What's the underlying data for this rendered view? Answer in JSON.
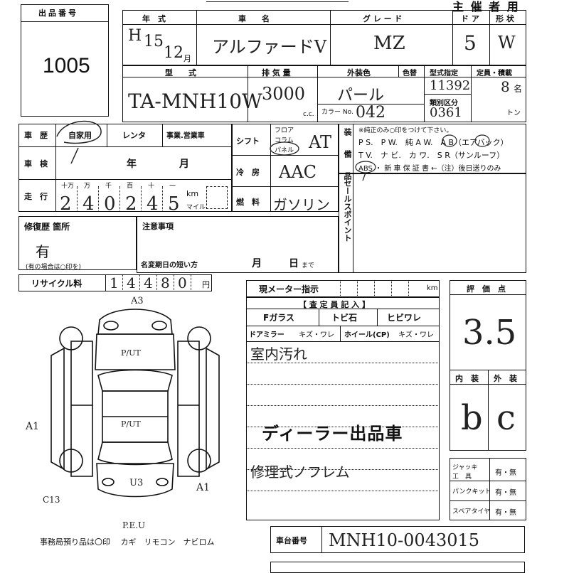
{
  "header": {
    "title_partial": "主 催 者 用"
  },
  "lot": {
    "label": "出品番号",
    "number": "1005"
  },
  "row1": {
    "year_label": "年　式",
    "car_label": "車　　名",
    "grade_label": "グ レ ー ド",
    "doors_label": "ド ア",
    "shape_label": "形 状",
    "era": "H",
    "year": "15",
    "month": "12",
    "month_unit": "月",
    "car_name": "アルファードV",
    "grade": "MZ",
    "doors": "5",
    "shape": "W"
  },
  "row2": {
    "model_label": "型　　式",
    "displacement_label": "排 気 量",
    "ext_color_label": "外装色",
    "color_no_label": "色替",
    "type_designation_label": "型式指定",
    "capacity_label": "定員・積載",
    "category_label": "類別区分",
    "color_number_label": "カラー No.",
    "cc_unit": "c.c.",
    "ton_unit": "トン",
    "persons_unit": "名",
    "model": "TA-MNH10W",
    "displacement": "3000",
    "ext_color": "パール",
    "color_number": "042",
    "type_designation": "11392",
    "category": "0361",
    "capacity": "8"
  },
  "history": {
    "label": "車　歴",
    "own": "自家用",
    "rental": "レンタ",
    "business": "事業.営業車",
    "inspection_label": "車　検",
    "year_unit": "年",
    "month_unit": "月",
    "mileage_label": "走　行",
    "digit_headers": [
      "十万",
      "万",
      "千",
      "百",
      "十",
      "一"
    ],
    "mileage_digits": [
      "2",
      "4",
      "0",
      "2",
      "4",
      "5"
    ],
    "km_unit": "km",
    "mile_unit": "マイル"
  },
  "specs": {
    "shift_label": "シフト",
    "floor": "フロア",
    "column": "コラム",
    "panel": "パネル",
    "shift_value": "AT",
    "ac_label": "冷　房",
    "ac_value": "AAC",
    "fuel_label": "燃　料",
    "fuel_value": "ガソリン"
  },
  "equipment": {
    "label": "装 備 品",
    "note": "※純正のみ○印をつけて下さい。",
    "line1": "P S.　P W.　純 A W.　A B（エアバック）",
    "line2": "T V.　ナ ビ.　カ ワ.　S R（サンルーフ）",
    "line3": "ABS ・ 新 車 保 証 書 ←（注）後日送りのみ"
  },
  "sales_point": {
    "label": "セールスポイント"
  },
  "repair": {
    "label": "修復歴 箇所",
    "value": "有",
    "note": "(有の場合は○印を)"
  },
  "notes": {
    "label": "注意事項",
    "name_change_label": "名変期日の短い方",
    "month_unit": "月",
    "day_unit": "日",
    "by": "まで"
  },
  "recycle": {
    "label": "リサイクル料",
    "digits": [
      "1",
      "4",
      "4",
      "8",
      "0"
    ],
    "unit": "円"
  },
  "meter": {
    "label": "現メーター指示",
    "unit": "km"
  },
  "inspector": {
    "header": "【 査 定 員 記 入 】",
    "f_glass": "Fガラス",
    "tobi": "トビ石",
    "hibi": "ヒビワレ",
    "mirror": "ドアミラー",
    "mirror_opt": "キズ・ワレ",
    "wheel": "ホイール(CP)",
    "wheel_opt": "キズ・ワレ",
    "remark1": "室内汚れ",
    "stamp": "ディーラー出品車",
    "remark2": "修理式ノフレム"
  },
  "grade_box": {
    "label": "評　価　点",
    "score": "3.5",
    "interior_label": "内　装",
    "exterior_label": "外　装",
    "interior": "b",
    "exterior": "c"
  },
  "tools": {
    "jack_label": "ジャッキ 工　具",
    "puncture_label": "パンクキット",
    "spare_label": "スペアタイヤ",
    "option": "有・無"
  },
  "diagram": {
    "marks": [
      "A3",
      "P/UT",
      "P/UT",
      "A1",
      "A1",
      "U3",
      "C13",
      "P.E.U"
    ],
    "caption": "事務局預り品は〇印　 カギ　リモコン　ナビロム"
  },
  "chassis": {
    "label": "車台番号",
    "value": "MNH10-0043015"
  }
}
